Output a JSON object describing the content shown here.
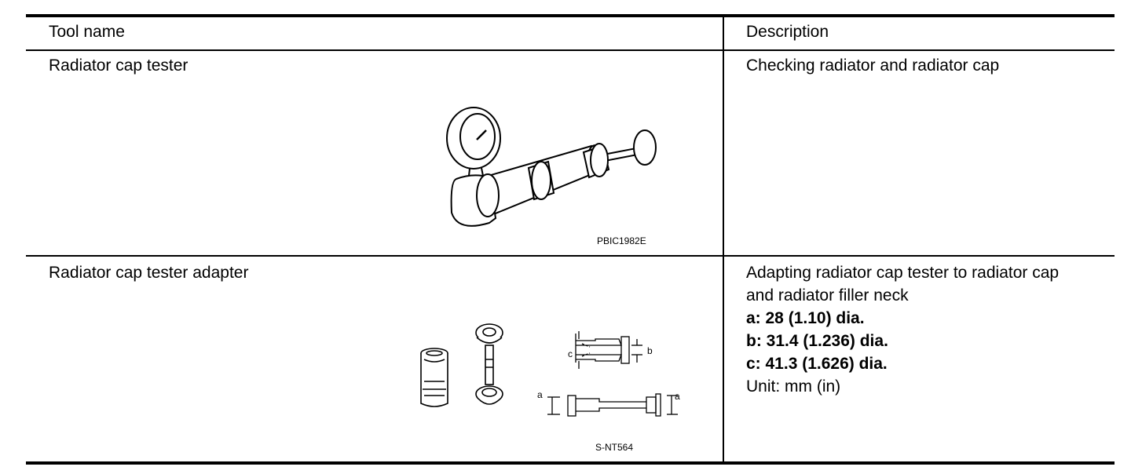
{
  "table": {
    "headers": {
      "tool_name": "Tool name",
      "description": "Description"
    },
    "rows": [
      {
        "tool_name": "Radiator cap tester",
        "figure_code": "PBIC1982E",
        "description_lines": [
          "Checking radiator and radiator cap"
        ]
      },
      {
        "tool_name": "Radiator cap tester adapter",
        "figure_code": "S-NT564",
        "description_lines": [
          "Adapting radiator cap tester to radiator cap",
          "and radiator filler neck"
        ],
        "specs": [
          "a: 28 (1.10) dia.",
          "b: 31.4 (1.236) dia.",
          "c: 41.3 (1.626) dia."
        ],
        "unit": "Unit: mm (in)",
        "dimension_labels": {
          "a": "a",
          "b": "b",
          "c": "c"
        }
      }
    ]
  }
}
